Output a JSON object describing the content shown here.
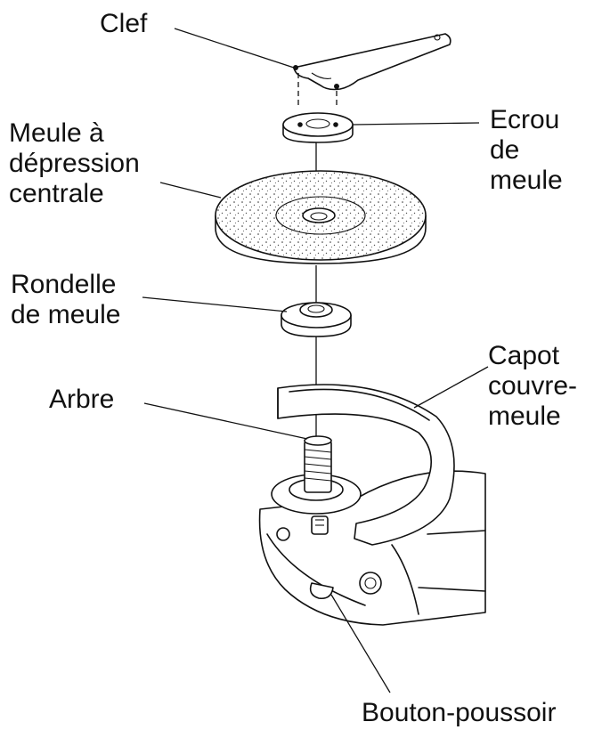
{
  "labels": {
    "clef": [
      "Clef"
    ],
    "ecrou": [
      "Ecrou",
      "de",
      "meule"
    ],
    "meule": [
      "Meule à",
      "dépression",
      "centrale"
    ],
    "rondelle": [
      "Rondelle",
      "de meule"
    ],
    "capot": [
      "Capot",
      "couvre-",
      "meule"
    ],
    "arbre": [
      "Arbre"
    ],
    "bouton": [
      "Bouton-poussoir"
    ]
  }
}
